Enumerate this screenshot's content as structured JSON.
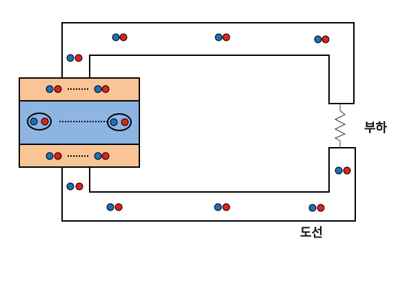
{
  "labels": {
    "load": "부하",
    "wire": "도선"
  },
  "colors": {
    "electrode": "#f9c597",
    "electrolyte": "#8eb4e3",
    "particle_blue": "#1f6fb5",
    "particle_red": "#e0201b",
    "wire": "#000000"
  },
  "components": [
    "outer-wire",
    "inner-wire",
    "upper-electrode",
    "electrolyte",
    "lower-electrode",
    "load-resistor"
  ]
}
